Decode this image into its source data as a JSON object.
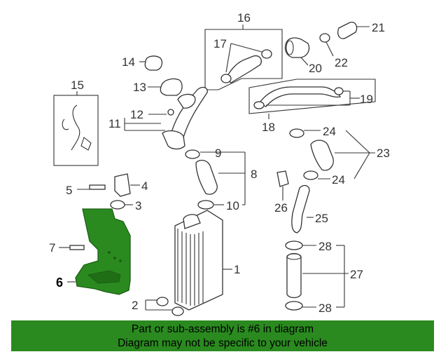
{
  "callouts": {
    "c1": "1",
    "c2": "2",
    "c3": "3",
    "c4": "4",
    "c5": "5",
    "c6": "6",
    "c7": "7",
    "c8": "8",
    "c9": "9",
    "c10": "10",
    "c11": "11",
    "c12": "12",
    "c13": "13",
    "c14": "14",
    "c15": "15",
    "c16": "16",
    "c17": "17",
    "c18": "18",
    "c19": "19",
    "c20": "20",
    "c21": "21",
    "c22": "22",
    "c23": "23",
    "c24a": "24",
    "c24b": "24",
    "c25": "25",
    "c26": "26",
    "c27": "27",
    "c28a": "28",
    "c28b": "28"
  },
  "banner": {
    "line1": "Part or sub-assembly is #6 in diagram",
    "line2": "Diagram may not be specific to your vehicle"
  },
  "colors": {
    "highlight_part": "#2a8a1f",
    "banner_bg": "#2a8a1f",
    "line": "#333333"
  }
}
